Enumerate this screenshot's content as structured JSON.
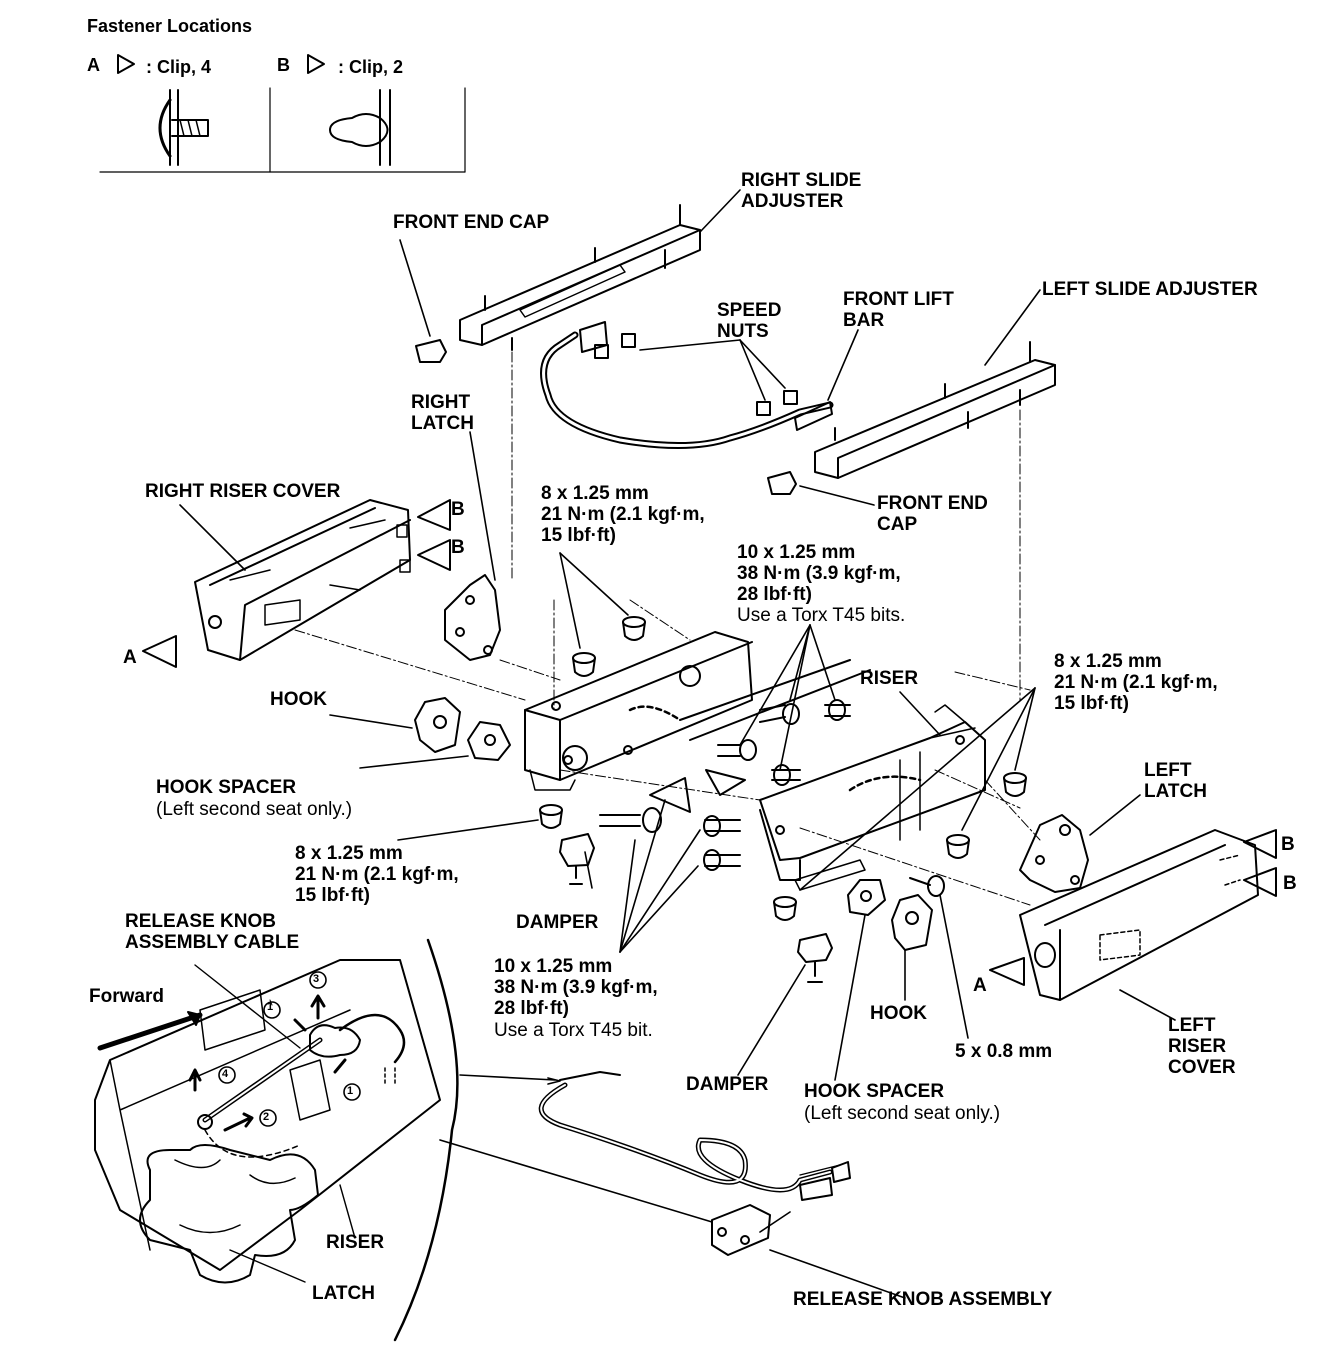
{
  "fastener_box": {
    "title": "Fastener Locations",
    "a_letter": "A",
    "a_text": ": Clip, 4",
    "b_letter": "B",
    "b_text": ": Clip, 2"
  },
  "labels": {
    "right_slide_adjuster": "RIGHT SLIDE\nADJUSTER",
    "front_end_cap_top": "FRONT END CAP",
    "speed_nuts": "SPEED\nNUTS",
    "front_lift_bar": "FRONT LIFT\nBAR",
    "left_slide_adjuster": "LEFT SLIDE ADJUSTER",
    "right_latch": "RIGHT\nLATCH",
    "front_end_cap_right": "FRONT END\nCAP",
    "right_riser_cover": "RIGHT RISER COVER",
    "riser_main": "RISER",
    "left_latch": "LEFT\nLATCH",
    "hook_left": "HOOK",
    "hook_spacer_left": "HOOK SPACER",
    "hook_spacer_left_note": "(Left second seat only.)",
    "damper_left": "DAMPER",
    "release_knob_cable": "RELEASE KNOB\nASSEMBLY CABLE",
    "forward": "Forward",
    "damper_bottom": "DAMPER",
    "hook_spacer_bottom": "HOOK SPACER",
    "hook_spacer_bottom_note": "(Left second seat only.)",
    "hook_bottom": "HOOK",
    "bolt_5x08": "5 x 0.8 mm",
    "left_riser_cover": "LEFT\nRISER\nCOVER",
    "riser_inset": "RISER",
    "latch_inset": "LATCH",
    "release_knob_assembly": "RELEASE KNOB ASSEMBLY",
    "clip_a_right": "A",
    "clip_a_left": "A",
    "clip_b_1": "B",
    "clip_b_2": "B",
    "clip_b_3": "B",
    "clip_b_4": "B",
    "step_1a": "1",
    "step_1b": "1",
    "step_2": "2",
    "step_3": "3",
    "step_4": "4"
  },
  "torques": {
    "t_8_top": "8 x 1.25 mm\n21 N·m (2.1 kgf·m,\n15 lbf·ft)",
    "t_10_top": "10 x 1.25 mm\n38 N·m (3.9 kgf·m,\n28 lbf·ft)",
    "t_10_top_note": "Use a Torx T45 bits.",
    "t_8_right": "8 x 1.25 mm\n21 N·m (2.1 kgf·m,\n15 lbf·ft)",
    "t_8_left": "8 x 1.25 mm\n21 N·m (2.1 kgf·m,\n15 lbf·ft)",
    "t_10_bottom": "10 x 1.25 mm\n38 N·m (3.9 kgf·m,\n28 lbf·ft)",
    "t_10_bottom_note": "Use a Torx T45 bit."
  }
}
